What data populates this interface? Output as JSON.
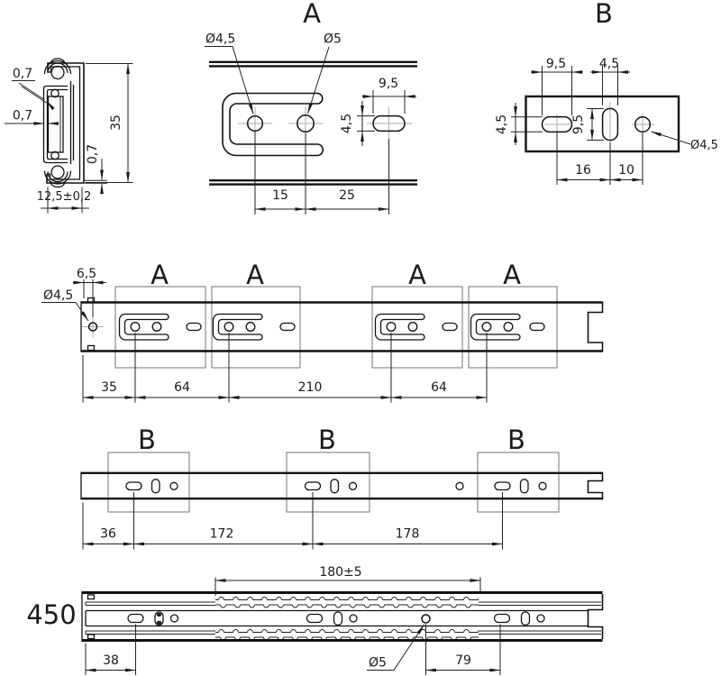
{
  "drawing": {
    "cross_section": {
      "wall_top": "0,7",
      "wall_side": "0,7",
      "wall_bottom": "0,7",
      "height": "35",
      "width": "12,5±0,2"
    },
    "detail_a": {
      "title": "A",
      "hole_small": "Ø4,5",
      "hole_large": "Ø5",
      "slot_width": "9,5",
      "slot_height": "4,5",
      "pitch_1": "15",
      "pitch_2": "25"
    },
    "detail_b": {
      "title": "B",
      "slot_width": "9,5",
      "slot_gap": "4,5",
      "slot_height_side": "4,5",
      "slot_height": "9,5",
      "pitch_1": "16",
      "pitch_2": "10",
      "hole": "Ø4,5"
    },
    "rail_a": {
      "labels": [
        "A",
        "A",
        "A",
        "A"
      ],
      "edge_offset": "6,5",
      "edge_hole": "Ø4,5",
      "pitch_1": "35",
      "pitch_2": "64",
      "pitch_3": "210",
      "pitch_4": "64"
    },
    "rail_b": {
      "labels": [
        "B",
        "B",
        "B"
      ],
      "pitch_1": "36",
      "pitch_2": "172",
      "pitch_3": "178"
    },
    "assembly": {
      "length": "450",
      "ball_travel": "180±5",
      "pitch_1": "38",
      "hole": "Ø5",
      "pitch_2": "79"
    }
  }
}
